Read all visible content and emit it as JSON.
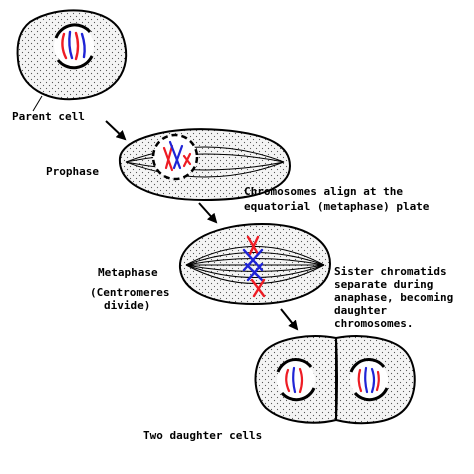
{
  "labels": {
    "parent_cell": "Parent cell",
    "prophase": "Prophase",
    "align_line1": "Chromosomes align at the",
    "align_line2": "equatorial (metaphase) plate",
    "metaphase": "Metaphase",
    "centromeres_line1": "(Centromeres",
    "centromeres_line2": "divide)",
    "sister_line1": "Sister chromatids",
    "sister_line2": "separate during",
    "sister_line3": "anaphase, becoming",
    "sister_line4": "daughter",
    "sister_line5": "chromosomes.",
    "two_daughter": "Two daughter cells"
  },
  "colors": {
    "outline": "#000000",
    "cell_fill": "#f4f4f4",
    "stipple": "#555555",
    "chromosome_red": "#ee1c24",
    "chromosome_blue": "#1f24d6"
  }
}
